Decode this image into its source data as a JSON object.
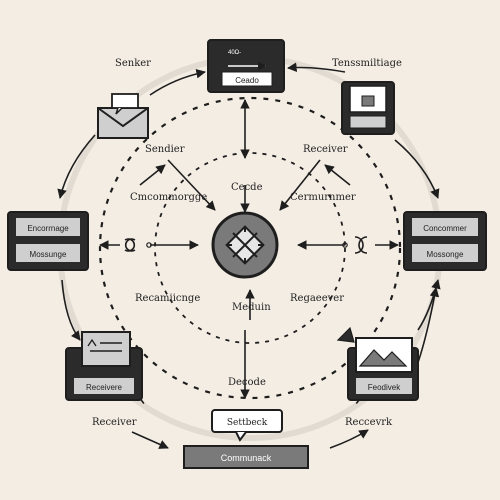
{
  "labels": {
    "top_center": "Ceado",
    "top_box_small": "40Ω‑",
    "top_left": "Senker",
    "top_right": "Tenssmiltiage",
    "inner_tl": "Sendier",
    "inner_tr": "Receiver",
    "inner_top": "Cecde",
    "inner_l": "Cmcommorgge",
    "inner_r": "Cermurnmer",
    "inner_bl": "Recamiicnge",
    "inner_bottom": "Meduin",
    "inner_br": "Regaeever",
    "left_box_1": "Encorrnage",
    "left_box_2": "Mossunge",
    "right_box_1": "Concommer",
    "right_box_2": "Mossonge",
    "bl_box": "Receivere",
    "br_box": "Feodivek",
    "bottom_decode": "Decode",
    "bottom_bubble": "Settbeck",
    "bottom_bar": "Communack",
    "bottom_left": "Receiver",
    "bottom_right": "Reccevrk"
  },
  "colors": {
    "background": "#f4ede4",
    "dark": "#2b2b2b",
    "gray": "#7a7a7a",
    "light_gray": "#cfcfcf"
  }
}
